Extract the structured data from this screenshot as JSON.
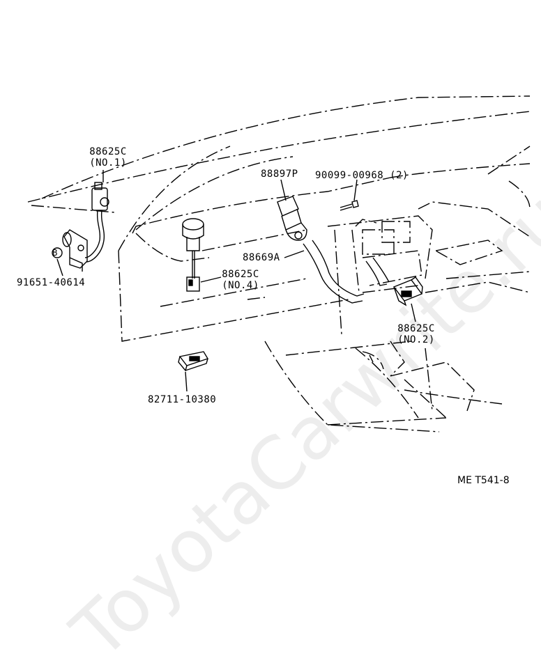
{
  "callouts": {
    "sensor_no1": {
      "part": "88625C",
      "note": "(NO.1)"
    },
    "bolt_b": {
      "part": "91651-40614",
      "symbol": "B"
    },
    "sensor_no4": {
      "part": "88625C",
      "note": "(NO.4)"
    },
    "connector": {
      "part": "82711-10380"
    },
    "sensor_88897p": {
      "part": "88897P"
    },
    "screw": {
      "part": "90099-00968",
      "qty": "(2)"
    },
    "hose": {
      "part": "88669A"
    },
    "sensor_no2": {
      "part": "88625C",
      "note": "(NO.2)"
    }
  },
  "figure_ref": "ME T541-8",
  "watermark": "ToyotaCarwrite.ru"
}
